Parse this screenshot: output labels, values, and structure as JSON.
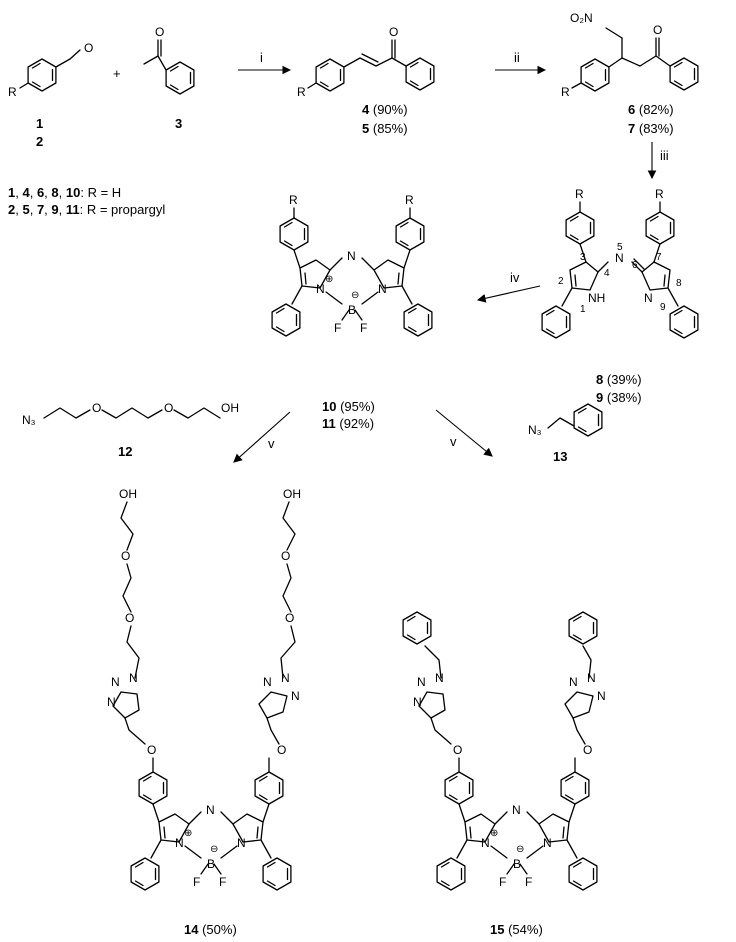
{
  "compounds": {
    "c1": "1",
    "c2": "2",
    "c3": "3",
    "c4": "4",
    "c4y": "(90%)",
    "c5": "5",
    "c5y": "(85%)",
    "c6": "6",
    "c6y": "(82%)",
    "c7": "7",
    "c7y": "(83%)",
    "c8": "8",
    "c8y": "(39%)",
    "c9": "9",
    "c9y": "(38%)",
    "c10": "10",
    "c10y": "(95%)",
    "c11": "11",
    "c11y": "(92%)",
    "c12": "12",
    "c13": "13",
    "c14": "14",
    "c14y": "(50%)",
    "c15": "15",
    "c15y": "(54%)"
  },
  "legend": {
    "line1": [
      "1",
      ", ",
      "4",
      ", ",
      "6",
      ", ",
      "8",
      ", ",
      "10",
      ": R = H"
    ],
    "line2": [
      "2",
      ", ",
      "5",
      ", ",
      "7",
      ", ",
      "9",
      ", ",
      "11",
      ": R = propargyl"
    ]
  },
  "steps": {
    "i": "i",
    "ii": "ii",
    "iii": "iii",
    "iv": "iv",
    "v1": "v",
    "v2": "v"
  },
  "atoms": {
    "R": "R",
    "O": "O",
    "OH": "OH",
    "N": "N",
    "NH": "NH",
    "B": "B",
    "F": "F",
    "O2N": "O₂N",
    "N3": "N₃",
    "plus": "+",
    "minus": "−",
    "plusmark": "⊕",
    "minusmark": "⊖"
  },
  "numbering": {
    "n1": "1",
    "n2": "2",
    "n3": "3",
    "n4": "4",
    "n5": "5",
    "n6": "6",
    "n7": "7",
    "n8": "8",
    "n9": "9"
  },
  "reagent_plus": "+"
}
